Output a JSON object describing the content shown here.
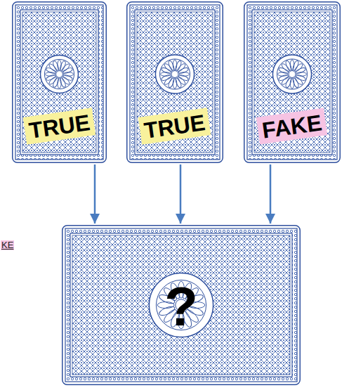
{
  "diagram": {
    "nodes": [
      {
        "text": [
          "TRUE"
        ]
      },
      {
        "text": [
          "TRUE"
        ]
      },
      {
        "text": [
          "FAKE"
        ]
      },
      {
        "text": [
          "?"
        ]
      }
    ],
    "edges": [
      {
        "from": 0,
        "to": 3,
        "arrow": "to"
      },
      {
        "from": 1,
        "to": 3,
        "arrow": "to"
      },
      {
        "from": 2,
        "to": 3,
        "arrow": "to"
      }
    ],
    "labels": [
      "KE"
    ]
  }
}
